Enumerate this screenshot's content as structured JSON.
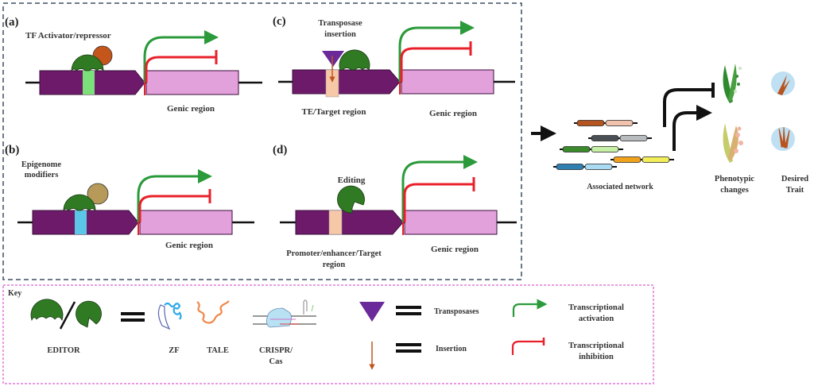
{
  "panels": {
    "a": {
      "tag": "(a)",
      "modifier_label": "TF Activator/repressor",
      "region_label": "Genic region"
    },
    "b": {
      "tag": "(b)",
      "modifier_label_1": "Epigenome",
      "modifier_label_2": "modifiers",
      "region_label": "Genic region"
    },
    "c": {
      "tag": "(c)",
      "modifier_label_1": "Transposase",
      "modifier_label_2": "insertion",
      "target_label": "TE/Target region",
      "region_label": "Genic region"
    },
    "d": {
      "tag": "(d)",
      "modifier_label": "Editing",
      "target_label_1": "Promoter/enhancer/Target",
      "target_label_2": "region",
      "region_label": "Genic region"
    }
  },
  "network": {
    "label": "Associated network",
    "gene_pairs": [
      {
        "left": "#b5541f",
        "right": "#f1c2ac"
      },
      {
        "left": "#4a4f55",
        "right": "#b9bcbf"
      },
      {
        "left": "#3b8a2c",
        "right": "#c6f0a6"
      },
      {
        "left": "#f0a21c",
        "right": "#f2ee5a"
      },
      {
        "left": "#2f7fb0",
        "right": "#a9dcf2"
      }
    ]
  },
  "outcomes": {
    "phenotype_label_1": "Phenotypic",
    "phenotype_label_2": "changes",
    "trait_label_1": "Desired",
    "trait_label_2": "Trait"
  },
  "key": {
    "title": "Key",
    "editor_label": "EDITOR",
    "zf_label": "ZF",
    "tale_label": "TALE",
    "crispr_label_1": "CRISPR/",
    "crispr_label_2": "Cas",
    "transposase_label": "Transposases",
    "insertion_label": "Insertion",
    "activation_label_1": "Transcriptional",
    "activation_label_2": "activation",
    "inhibition_label_1": "Transcriptional",
    "inhibition_label_2": "inhibition"
  },
  "colors": {
    "promoter": "#6e1a6b",
    "genic": "#e3a1dc",
    "activation": "#2a9a3a",
    "inhibition": "#e8202a",
    "editor": "#2f7a22",
    "tf_partner": "#c4561b",
    "epi_partner": "#b79a5a",
    "tf_site": "#7be07a",
    "epi_site": "#5cc6e6",
    "target_site": "#f6c8a8",
    "transposase": "#6a2a9a",
    "insertion_arrow": "#c0551e",
    "frame_main": "#3d4e66",
    "frame_key": "#e07ad8"
  }
}
